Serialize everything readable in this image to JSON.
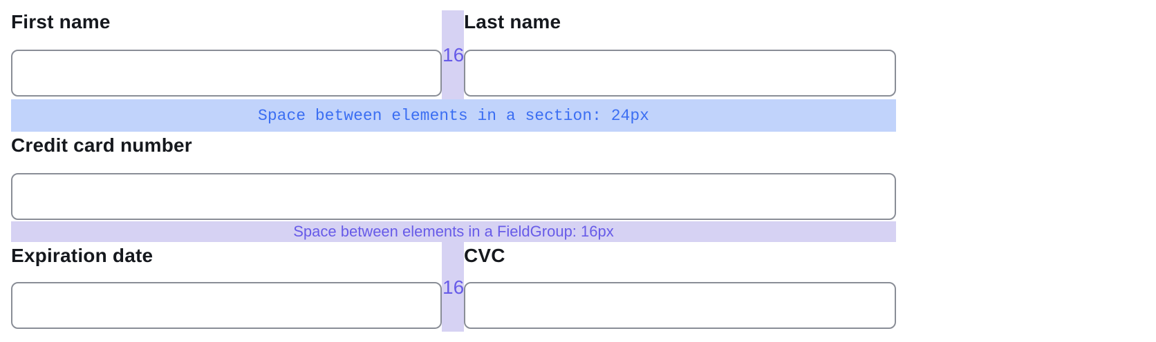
{
  "form": {
    "fields": {
      "first_name": {
        "label": "First name",
        "value": "",
        "placeholder": ""
      },
      "last_name": {
        "label": "Last name",
        "value": "",
        "placeholder": ""
      },
      "credit_card_number": {
        "label": "Credit card number",
        "value": "",
        "placeholder": ""
      },
      "expiration_date": {
        "label": "Expiration date",
        "value": "",
        "placeholder": ""
      },
      "cvc": {
        "label": "CVC",
        "value": "",
        "placeholder": ""
      }
    }
  },
  "annotations": {
    "section_gap": {
      "label": "Space between elements in a section: 24px"
    },
    "fieldgroup_gap": {
      "label": "Space between elements in a FieldGroup: 16px"
    },
    "column_gap_top": {
      "label": "16"
    },
    "column_gap_bottom": {
      "label": "16"
    }
  },
  "colors": {
    "section_bar_bg": "#c1d3fb",
    "section_bar_text": "#3b6ef2",
    "fieldgroup_bar_bg": "#d6d2f3",
    "fieldgroup_bar_text": "#675be8",
    "input_border": "#898d96",
    "label_text": "#15181d"
  }
}
